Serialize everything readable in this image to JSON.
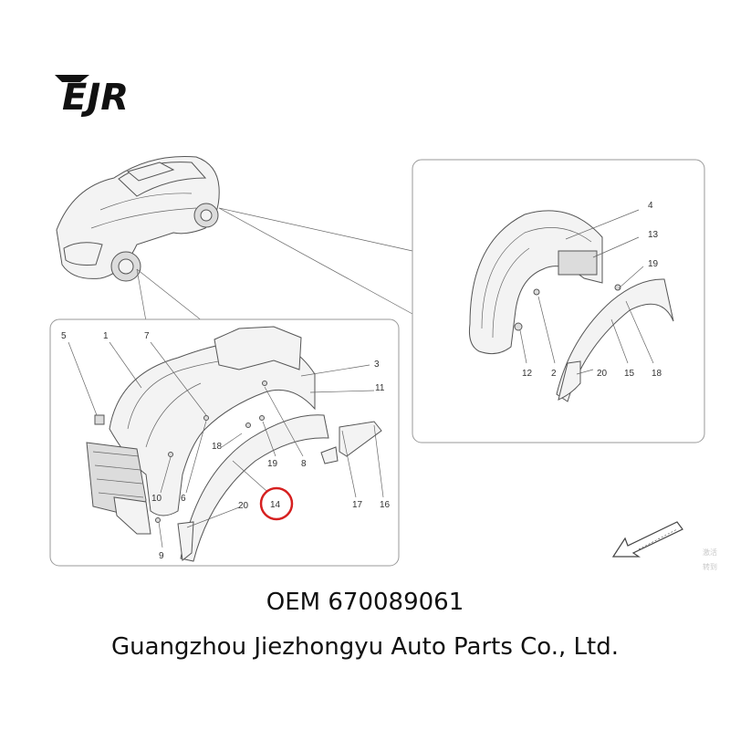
{
  "brand": {
    "logo_text": "EJR"
  },
  "diagram": {
    "highlight_color": "#d62020",
    "highlighted_callout": "14",
    "left_panel_callouts": [
      "5",
      "1",
      "7",
      "3",
      "11",
      "18",
      "19",
      "8",
      "10",
      "6",
      "20",
      "14",
      "17",
      "16",
      "9"
    ],
    "right_panel_callouts": [
      "4",
      "13",
      "19",
      "12",
      "2",
      "20",
      "15",
      "18"
    ]
  },
  "footer": {
    "oem_line": "OEM 670089061",
    "company_line": "Guangzhou Jiezhongyu Auto Parts Co., Ltd."
  },
  "watermark": {
    "line1": "激活",
    "line2": "转到"
  }
}
